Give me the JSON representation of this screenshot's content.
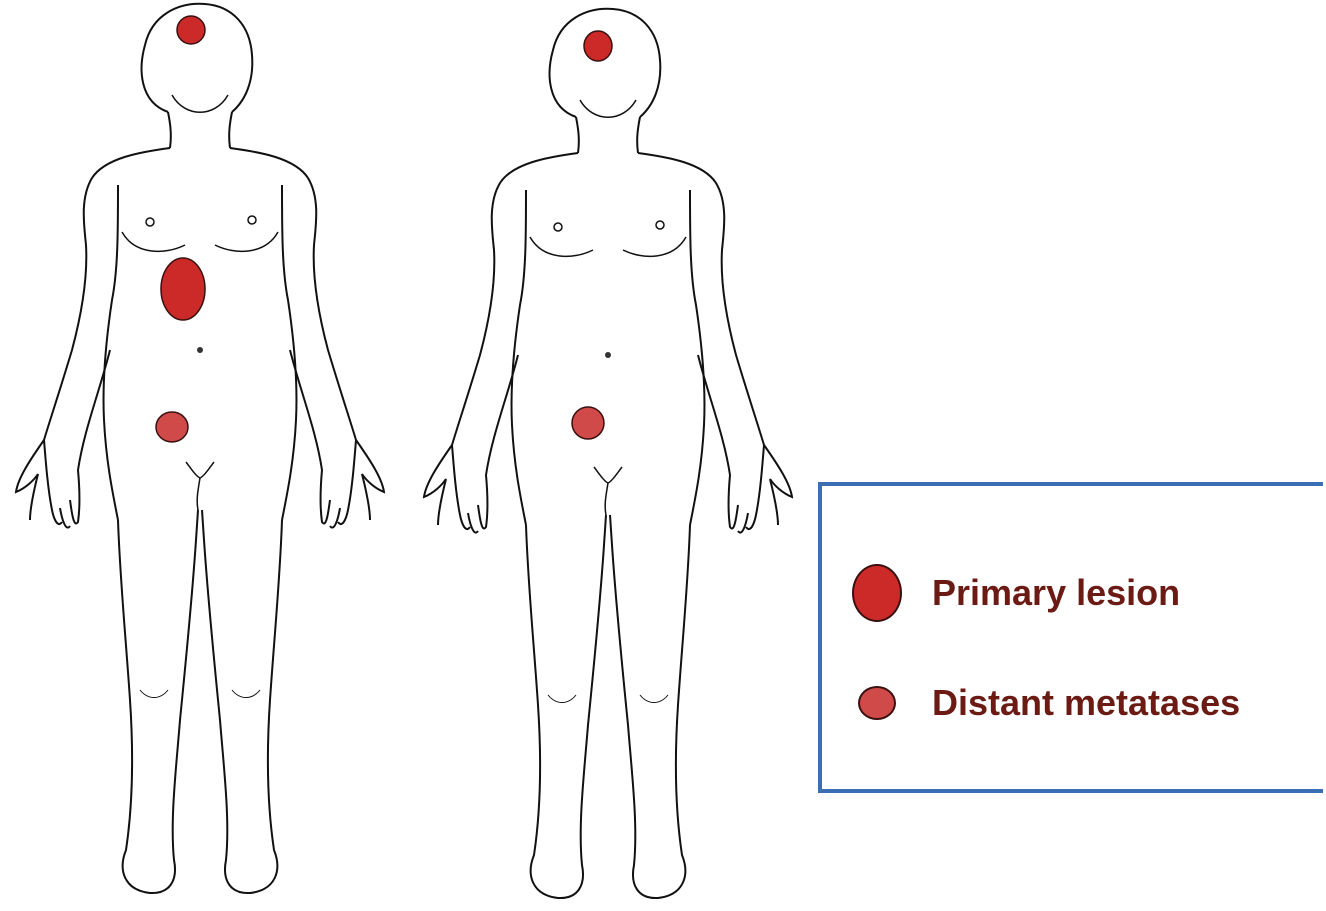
{
  "legend": {
    "primary_label": "Primary lesion",
    "distant_label": "Distant metatases"
  },
  "colors": {
    "primary_lesion": "#cc2a28",
    "distant_metastasis": "#cf4a48",
    "body_outline": "#111111",
    "legend_border": "#3a6fb5",
    "legend_text": "#6b1a14"
  },
  "figures": [
    {
      "name": "left-body",
      "lesions": [
        "brain",
        "upper-abdomen-primary",
        "pelvis"
      ]
    },
    {
      "name": "right-body",
      "lesions": [
        "brain",
        "pelvis"
      ]
    }
  ]
}
